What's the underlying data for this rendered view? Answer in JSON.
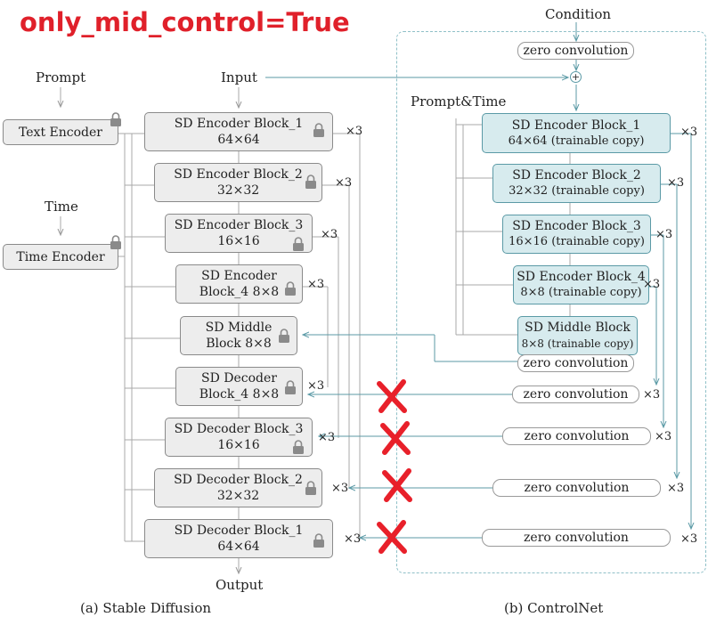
{
  "banner": "only_mid_control=True",
  "labels": {
    "prompt": "Prompt",
    "input": "Input",
    "time": "Time",
    "condition": "Condition",
    "prompt_time": "Prompt&Time",
    "output": "Output",
    "caption_a": "(a) Stable Diffusion",
    "caption_b": "(b) ControlNet"
  },
  "encoders": {
    "text": "Text Encoder",
    "time": "Time Encoder"
  },
  "sd_blocks": [
    {
      "line1": "SD Encoder Block_1",
      "line2": "64×64"
    },
    {
      "line1": "SD Encoder Block_2",
      "line2": "32×32"
    },
    {
      "line1": "SD Encoder Block_3",
      "line2": "16×16"
    },
    {
      "line1": "SD Encoder",
      "line2": "Block_4 8×8"
    },
    {
      "line1": "SD Middle",
      "line2": "Block 8×8"
    },
    {
      "line1": "SD Decoder",
      "line2": "Block_4 8×8"
    },
    {
      "line1": "SD Decoder Block_3",
      "line2": "16×16"
    },
    {
      "line1": "SD Decoder Block_2",
      "line2": "32×32"
    },
    {
      "line1": "SD Decoder Block_1",
      "line2": "64×64"
    }
  ],
  "cn_blocks": [
    {
      "line1": "SD Encoder Block_1",
      "line2": "64×64 (trainable copy)"
    },
    {
      "line1": "SD Encoder Block_2",
      "line2": "32×32 (trainable copy)"
    },
    {
      "line1": "SD Encoder Block_3",
      "line2": "16×16 (trainable copy)"
    },
    {
      "line1": "SD Encoder Block_4",
      "line2": "8×8 (trainable copy)"
    },
    {
      "line1": "SD Middle Block",
      "line2": "8×8 (trainable copy)"
    }
  ],
  "zero_conv_label": "zero convolution",
  "times_label": "×3",
  "plus_symbol": "+",
  "colors": {
    "banner": "#e0202a",
    "trainable_fill": "#d7ebee",
    "connector_teal": "#5b9aa6",
    "cross": "#e8202a"
  },
  "icons": [
    "lock-icon",
    "plus-circle-icon",
    "cross-mark-icon"
  ]
}
